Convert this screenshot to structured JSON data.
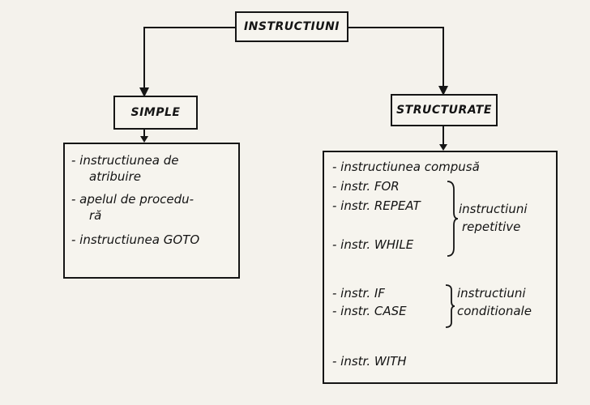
{
  "root": {
    "label": "INSTRUCTIUNI"
  },
  "simple": {
    "label": "SIMPLE",
    "items": [
      "- instructiunea de",
      "atribuire",
      "- apelul de procedu-",
      "ră",
      "- instructiunea GOTO"
    ]
  },
  "structurate": {
    "label": "STRUCTURATE",
    "compound": "- instructiunea compusă",
    "repetitive": {
      "items": [
        "- instr. FOR",
        "- instr. REPEAT",
        "- instr. WHILE"
      ],
      "group_label_1": "instructiuni",
      "group_label_2": "repetitive"
    },
    "conditional": {
      "items": [
        "- instr. IF",
        "- instr. CASE"
      ],
      "group_label_1": "instructiuni",
      "group_label_2": "conditionale"
    },
    "with": "- instr. WITH"
  }
}
